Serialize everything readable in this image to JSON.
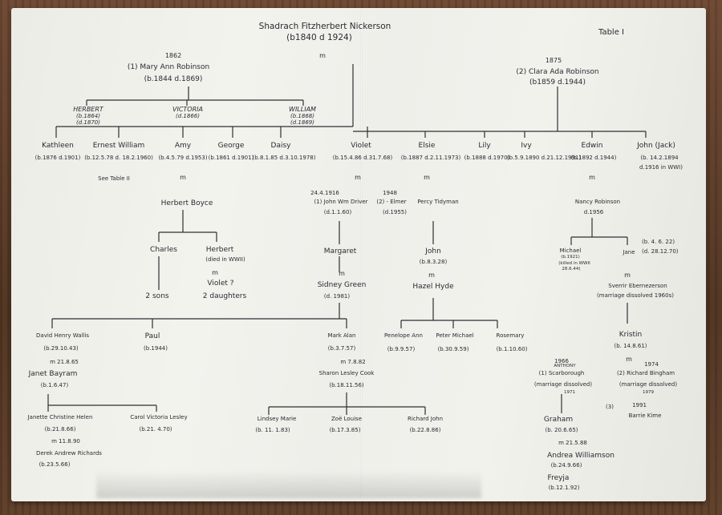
{
  "header": {
    "title": "Shadrach Fitzherbert Nickerson",
    "dates": "(b1840   d 1924)",
    "table_label": "Table I",
    "m": "m"
  },
  "wives": {
    "first": {
      "year": "1862",
      "name": "(1) Mary Ann Robinson",
      "dates": "(b.1844 d.1869)"
    },
    "second": {
      "year": "1875",
      "name": "(2) Clara Ada Robinson",
      "dates": "(b1859    d.1944)"
    }
  },
  "infants": [
    {
      "name": "HERBERT",
      "d1": "(b.1864)",
      "d2": "(d.1870)"
    },
    {
      "name": "VICTORIA",
      "d1": "(d.1866)"
    },
    {
      "name": "WILLIAM",
      "d1": "(b.1868)",
      "d2": "(d.1869)"
    }
  ],
  "children": {
    "kathleen": {
      "name": "Kathleen",
      "dates": "(b.1876 d.1901)"
    },
    "ernest": {
      "name": "Ernest William",
      "dates": "(b.12.5.78 d. 18.2.1960)",
      "note": "See Table II"
    },
    "amy": {
      "name": "Amy",
      "dates": "(b.4.5.79 d.1953)"
    },
    "george": {
      "name": "George",
      "dates": "(b.1861 d.1901)"
    },
    "daisy": {
      "name": "Daisy",
      "dates": "(b.8.1.85 d.3.10.1978)"
    },
    "violet": {
      "name": "Violet",
      "dates": "(b.15.4.86 d.31.7.68)"
    },
    "elsie": {
      "name": "Elsie",
      "dates": "(b.1887 d.2.11.1973)"
    },
    "lily": {
      "name": "Lily",
      "dates": "(b.1888 d.1970)"
    },
    "ivy": {
      "name": "Ivy",
      "dates": "(b.5.9.1890 d.21.12.1991)"
    },
    "edwin": {
      "name": "Edwin",
      "dates": "(b.1892 d.1944)"
    },
    "john": {
      "name": "John (Jack)",
      "dates": "(b. 14.2.1894",
      "dates2": "d.1916 in WWI)"
    }
  },
  "amy_branch": {
    "m": "m",
    "spouse": "Herbert Boyce",
    "charles": {
      "name": "Charles",
      "children": "2 sons"
    },
    "herbert": {
      "name": "Herbert",
      "note": "(died in WWII)",
      "m": "m",
      "spouse": "Violet ?",
      "children": "2 daughters"
    }
  },
  "violet_branch": {
    "m": "m",
    "h1_date": "24.4.1916",
    "h1_name": "(1) John Wm Driver",
    "h1_dates": "(d.1.1.60)",
    "h2_date": "1948",
    "h2_name": "(2) - Elmer",
    "h2_dates": "(d.1955)",
    "margaret": "Margaret",
    "m2": "m",
    "sidney": "Sidney Green",
    "sidney_dates": "(d. 1981)"
  },
  "elsie_branch": {
    "m": "m",
    "spouse": "Percy Tidyman",
    "john": "John",
    "john_dates": "(b.8.3.28)",
    "m2": "m",
    "hazel": "Hazel Hyde",
    "kids": [
      {
        "name": "Penelope Ann",
        "dates": "(b.9.9.57)"
      },
      {
        "name": "Peter Michael",
        "dates": "(b.30.9.59)"
      },
      {
        "name": "Rosemary",
        "dates": "(b.1.10.60)"
      }
    ]
  },
  "edwin_branch": {
    "m": "m",
    "spouse": "Nancy Robinson",
    "spouse_dates": "d.1956",
    "michael": "Michael",
    "michael_dates": "(b.1921)",
    "michael_note": "(killed in WWII",
    "michael_note2": "28.6.44)",
    "jane": "Jane",
    "jane_dates": "(b. 4. 6. 22)",
    "jane_dates2": "(d. 28.12.70)",
    "m2": "m",
    "sverrir": "Sverrir Ebernezerson",
    "sverrir_note": "(marriage dissolved 1960s)",
    "kristin": "Kristin",
    "kristin_dates": "(b. 14.8.61)",
    "m3": "m",
    "h1_year": "1966",
    "h1_first": "ANTHONY",
    "h1_name": "(1) Scarborough",
    "h1_note": "(marriage dissolved)",
    "h1_end": "1971",
    "h2_year": "1974",
    "h2_name": "(2) Richard Bingham",
    "h2_note": "(marriage dissolved)",
    "h2_end": "1979",
    "h3_year": "1991",
    "h3_num": "(3)",
    "h3_name": "Barrie Kime",
    "graham": "Graham",
    "graham_dates": "(b. 20.6.65)",
    "m4": "m  21.5.88",
    "andrea": "Andrea Williamson",
    "andrea_dates": "(b.24.9.66)",
    "freyja": "Freyja",
    "freyja_dates": "(b.12.1.92)"
  },
  "margaret_kids": {
    "david": {
      "name": "David Henry Wallis",
      "dates": "(b.29.10.43)",
      "m": "m  21.8.65"
    },
    "janet": {
      "name": "Janet Bayram",
      "dates": "(b.1.6.47)"
    },
    "paul": {
      "name": "Paul",
      "dates": "(b.1944)"
    },
    "mark": {
      "name": "Mark Alan",
      "dates": "(b.3.7.57)",
      "m": "m  7.8.82"
    },
    "sharon": {
      "name": "Sharon Lesley Cook",
      "dates": "(b.18.11.56)"
    }
  },
  "grandkids": {
    "janette": {
      "name": "Janette Christine Helen",
      "dates": "(b.21.8.66)",
      "m": "m  11.8.90"
    },
    "derek": {
      "name": "Derek Andrew Richards",
      "dates": "(b.23.5.66)"
    },
    "carol": {
      "name": "Carol Victoria Lesley",
      "dates": "(b.21. 4.70)"
    },
    "lindsey": {
      "name": "Lindsey Marie",
      "dates": "(b. 11. 1.83)"
    },
    "zoe": {
      "name": "Zoë Louise",
      "dates": "(b.17.3.85)"
    },
    "richard": {
      "name": "Richard John",
      "dates": "(b.22.8.86)"
    }
  }
}
